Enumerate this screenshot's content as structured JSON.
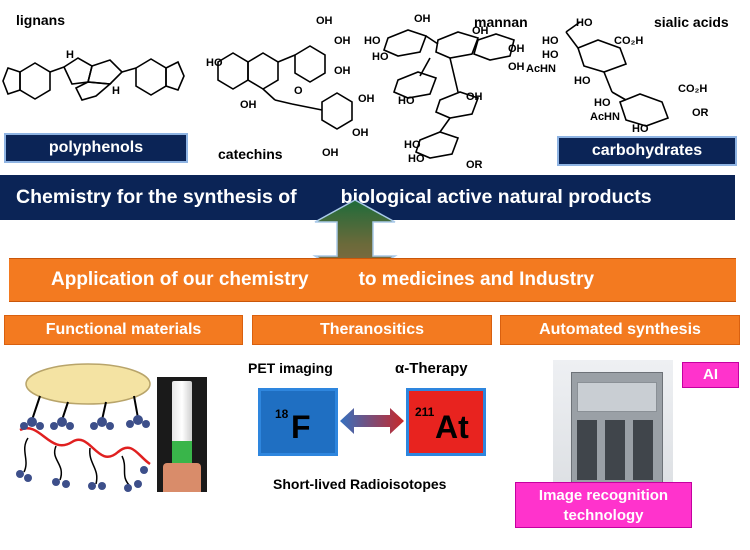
{
  "top": {
    "lignans": "lignans",
    "catechins": "catechins",
    "mannan": "mannan",
    "sialic_acids": "sialic acids",
    "polyphenols": "polyphenols",
    "carbohydrates": "carbohydrates"
  },
  "banner": {
    "left": "Chemistry for the synthesis of",
    "right": "biological active natural products"
  },
  "application": {
    "left": "Application of our chemistry",
    "right": "to medicines and Industry"
  },
  "areas": [
    "Functional materials",
    "Theranositics",
    "Automated synthesis"
  ],
  "theranostics": {
    "pet_imaging": "PET imaging",
    "alpha_therapy": "α-Therapy",
    "f_mass": "18",
    "f_symbol": "F",
    "at_mass": "211",
    "at_symbol": "At",
    "caption": "Short-lived Radioisotopes"
  },
  "automation": {
    "ai": "AI",
    "image_recognition": "Image recognition technology"
  },
  "chem_labels": {
    "oh": "OH",
    "ho": "HO",
    "h": "H",
    "o": "O",
    "co2h": "CO₂H",
    "achn": "AcHN",
    "or": "OR"
  },
  "colors": {
    "navy": "#0b2456",
    "orange": "#f37a20",
    "pink": "#ff33cc",
    "fluorine_box": "#1f6fc2",
    "astatine_box": "#e8231f"
  }
}
